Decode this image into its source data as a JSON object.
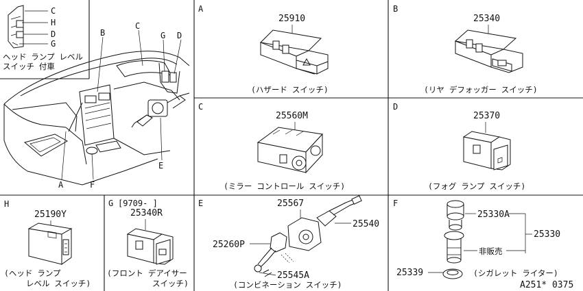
{
  "overview": {
    "callouts": [
      "C",
      "H",
      "D",
      "G"
    ],
    "note_line1": "ヘッド ランプ レベル",
    "note_line2": "スイッチ 付車",
    "labels": {
      "b": "B",
      "c": "C",
      "g": "G",
      "d": "D",
      "e": "E",
      "a": "A",
      "f": "F"
    }
  },
  "panels": {
    "a": {
      "letter": "A",
      "part": "25910",
      "caption": "(ハザード  スイッチ)"
    },
    "b": {
      "letter": "B",
      "part": "25340",
      "caption": "(リヤ  デフォッガー  スイッチ)"
    },
    "c": {
      "letter": "C",
      "part": "25560M",
      "caption": "(ミラー  コントロール  スイッチ)"
    },
    "d": {
      "letter": "D",
      "part": "25370",
      "caption": "(フォグ  ランプ  スイッチ)"
    },
    "h": {
      "letter": "H",
      "part": "25190Y",
      "caption1": "(ヘッド ランプ",
      "caption2": "レベル スイッチ)"
    },
    "g": {
      "letter": "G",
      "date_range": "[9709-      ]",
      "part": "25340R",
      "caption1": "(フロント デアイサー",
      "caption2": "スイッチ)"
    },
    "e": {
      "letter": "E",
      "parts": {
        "p1": "25567",
        "p2": "25540",
        "p3": "25260P",
        "p4": "25545A"
      },
      "caption": "(コンビネーション  スイッチ)"
    },
    "f": {
      "letter": "F",
      "parts": {
        "p1": "25330A",
        "p2": "25330",
        "p3": "25339"
      },
      "not_sold": "非販売",
      "caption": "(シガレット  ライター)"
    }
  },
  "footer": {
    "code": "A251* 0375"
  }
}
